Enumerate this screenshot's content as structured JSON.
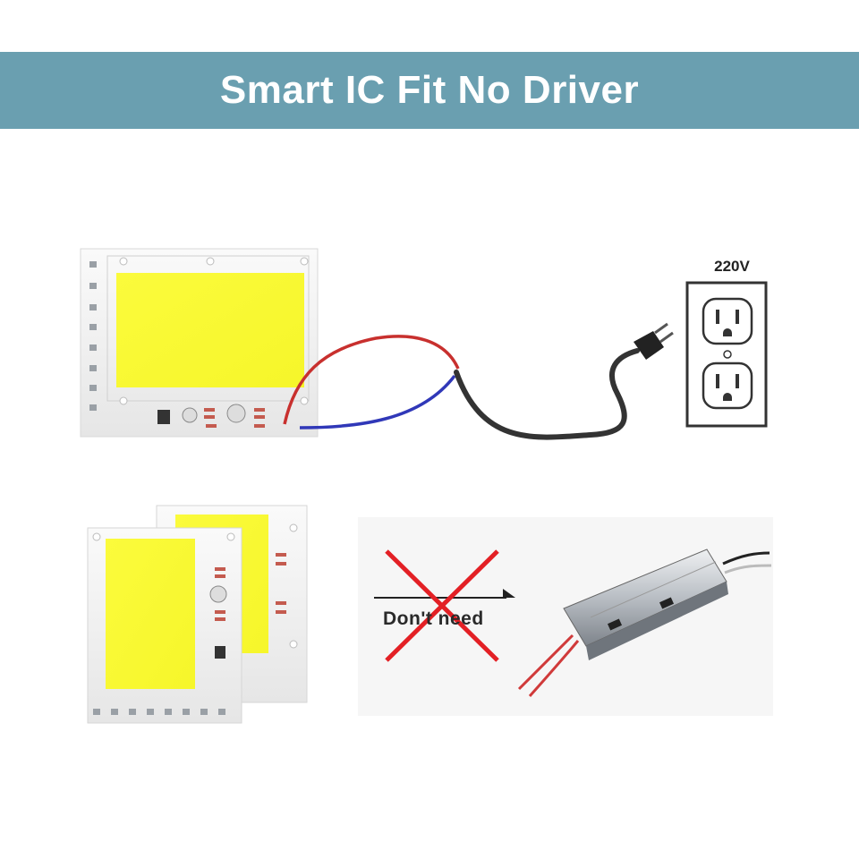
{
  "banner": {
    "title": "Smart IC Fit No Driver"
  },
  "outlet": {
    "voltage_label": "220V"
  },
  "driver_section": {
    "dont_need_label": "Don't need"
  },
  "colors": {
    "banner_bg": "#6a9fb0",
    "led_yellow": "#fbfb34",
    "wire_red": "#c8302e",
    "wire_blue": "#3038b8",
    "cross_red": "#e32025",
    "board_white": "#f3f3f3"
  }
}
